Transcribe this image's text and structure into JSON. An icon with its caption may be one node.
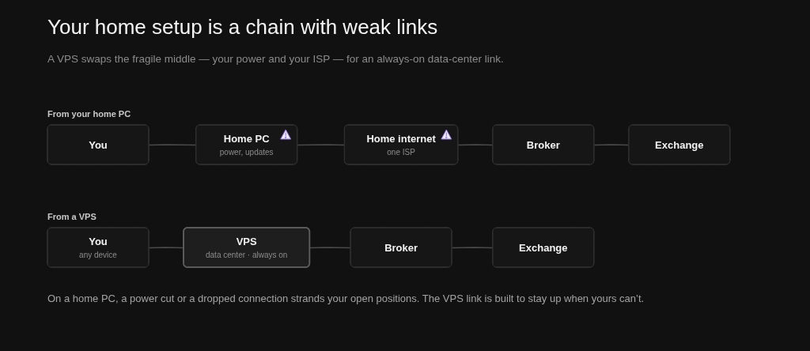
{
  "diagram": {
    "title": "Your home setup is a chain with weak links",
    "caption": "On a home PC, a power cut or a dropped connection strands your open positions. The VPS link is built to stay up when yours can’t.",
    "nodes": [
      {
        "text": [
          "You"
        ]
      },
      {
        "text": [
          "Home PC",
          "power, updates"
        ]
      },
      {
        "text": [
          "Home internet",
          "one ISP"
        ]
      },
      {
        "text": [
          "Broker"
        ]
      },
      {
        "text": [
          "Exchange"
        ]
      },
      {
        "text": [
          "You",
          "any device"
        ]
      },
      {
        "text": [
          "VPS",
          "data center · always on"
        ]
      },
      {
        "text": [
          "Broker"
        ]
      },
      {
        "text": [
          "Exchange"
        ]
      }
    ],
    "edges": [
      {
        "from": 0,
        "to": 1,
        "arrow": "none"
      },
      {
        "from": 1,
        "to": 2,
        "arrow": "none"
      },
      {
        "from": 2,
        "to": 3,
        "arrow": "none"
      },
      {
        "from": 3,
        "to": 4,
        "arrow": "none"
      },
      {
        "from": 5,
        "to": 6,
        "arrow": "none"
      },
      {
        "from": 6,
        "to": 7,
        "arrow": "none"
      },
      {
        "from": 7,
        "to": 8,
        "arrow": "none"
      }
    ],
    "labels": [
      "A VPS swaps the fragile middle — your power and your ISP — for an always-on data-center link.",
      "From your home PC",
      "From a VPS"
    ]
  }
}
